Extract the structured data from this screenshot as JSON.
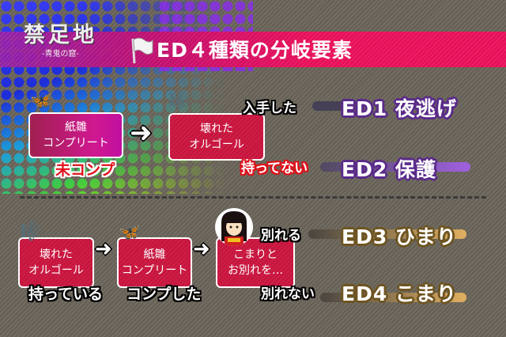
{
  "logo": {
    "title": "禁足地",
    "subtitle": "-青鬼の窟-"
  },
  "header": {
    "title": "ED４種類の分岐要素"
  },
  "top_route": {
    "box1": {
      "line1": "紙雛",
      "line2": "コンプリート",
      "status": "未コンプ"
    },
    "box2": {
      "line1": "壊れた",
      "line2": "オルゴール"
    },
    "branch1": {
      "condition": "入手した",
      "ending": "ED1 夜逃げ"
    },
    "branch2": {
      "condition": "持ってない",
      "ending": "ED2 保護"
    }
  },
  "bottom_route": {
    "box1": {
      "line1": "壊れた",
      "line2": "オルゴール",
      "status": "持っている"
    },
    "box2": {
      "line1": "紙雛",
      "line2": "コンプリート",
      "status": "コンプした"
    },
    "box3": {
      "line1": "こまりと",
      "line2": "お別れを…"
    },
    "branch1": {
      "condition": "別れる",
      "ending": "ED3 ひまり"
    },
    "branch2": {
      "condition": "別れない",
      "ending": "ED4 こまり"
    }
  },
  "colors": {
    "banner": "#e8105a",
    "top_ending_outline": "#5a2a8a",
    "bottom_ending_outline": "#6e5420"
  }
}
